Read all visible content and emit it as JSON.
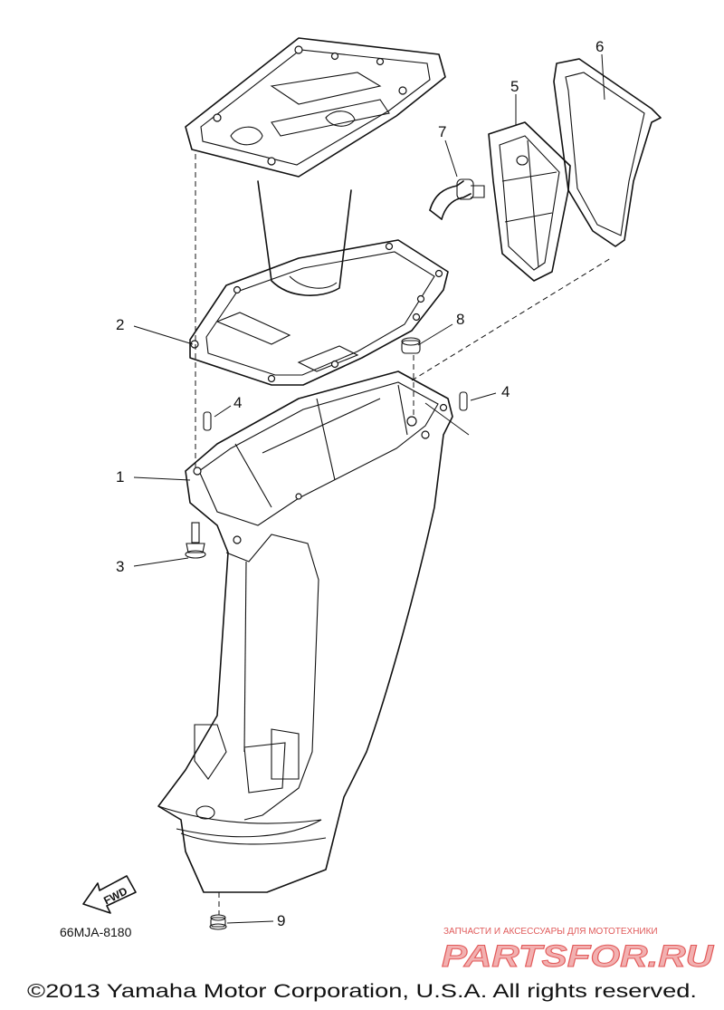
{
  "callouts": [
    "1",
    "2",
    "3",
    "4",
    "4",
    "5",
    "6",
    "7",
    "8",
    "9"
  ],
  "diagram_code": "66MJA-8180",
  "fwd_label": "FWD",
  "watermark": {
    "tagline": "ЗАПЧАСТИ И АКСЕССУАРЫ ДЛЯ МОТОТЕХНИКИ",
    "brand": "PARTSFOR.RU",
    "colors": {
      "fill": "#f2b0b0",
      "stroke": "#e25a5a"
    }
  },
  "copyright": "©2013 Yamaha Motor Corporation, U.S.A. All rights reserved."
}
